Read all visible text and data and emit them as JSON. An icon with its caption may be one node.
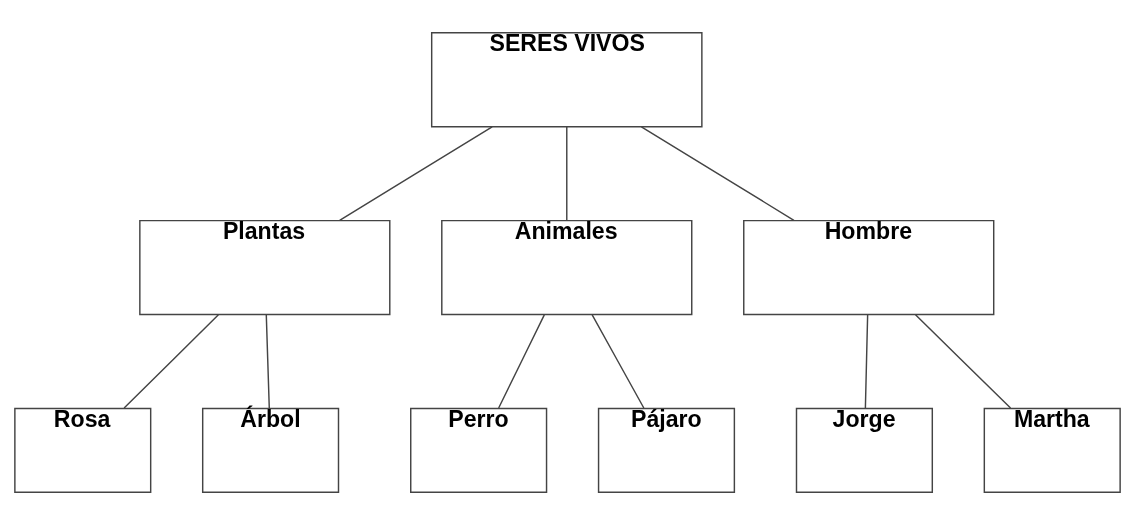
{
  "diagram": {
    "nodes": [
      {
        "text": [
          "SERES VIVOS"
        ]
      },
      {
        "text": [
          "Plantas"
        ]
      },
      {
        "text": [
          "Animales"
        ]
      },
      {
        "text": [
          "Hombre"
        ]
      },
      {
        "text": [
          "Rosa"
        ]
      },
      {
        "text": [
          "Árbol"
        ]
      },
      {
        "text": [
          "Perro"
        ]
      },
      {
        "text": [
          "Pájaro"
        ]
      },
      {
        "text": [
          "Jorge"
        ]
      },
      {
        "text": [
          "Martha"
        ]
      }
    ],
    "edges": [
      {
        "from": 0,
        "to": 1,
        "arrow": "none"
      },
      {
        "from": 0,
        "to": 2,
        "arrow": "none"
      },
      {
        "from": 0,
        "to": 3,
        "arrow": "none"
      },
      {
        "from": 1,
        "to": 4,
        "arrow": "none"
      },
      {
        "from": 1,
        "to": 5,
        "arrow": "none"
      },
      {
        "from": 2,
        "to": 6,
        "arrow": "none"
      },
      {
        "from": 2,
        "to": 7,
        "arrow": "none"
      },
      {
        "from": 3,
        "to": 8,
        "arrow": "none"
      },
      {
        "from": 3,
        "to": 9,
        "arrow": "none"
      }
    ]
  }
}
